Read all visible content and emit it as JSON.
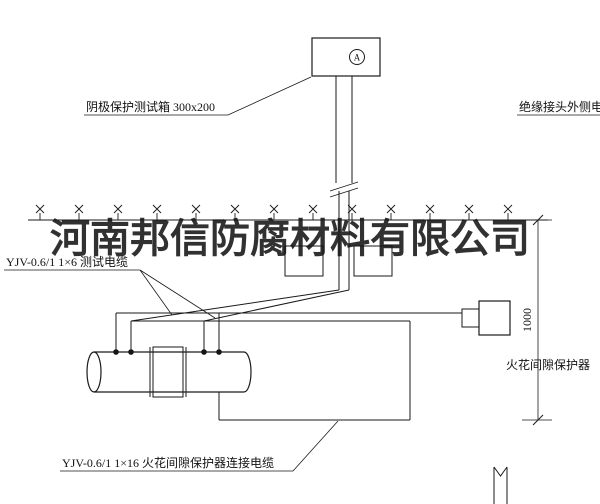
{
  "drawing": {
    "title_context": "cathodic-protection-test-station-detail",
    "labels": {
      "test_box": "阴极保护测试箱 300x200",
      "insulated_joint_cable": "绝缘接头外侧电缆",
      "test_cable": "YJV-0.6/1  1×6   测试电缆",
      "spark_gap": "火花间隙保护器",
      "connection_cable": "YJV-0.6/1  1×16   火花间隙保护器连接电缆",
      "dimension_1000": "1000",
      "ammeter": "A"
    },
    "watermark": "河南邦信防腐材料有限公司",
    "colors": {
      "line": "#1a1a1a",
      "background": "#ffffff",
      "watermark": "#141414"
    }
  }
}
